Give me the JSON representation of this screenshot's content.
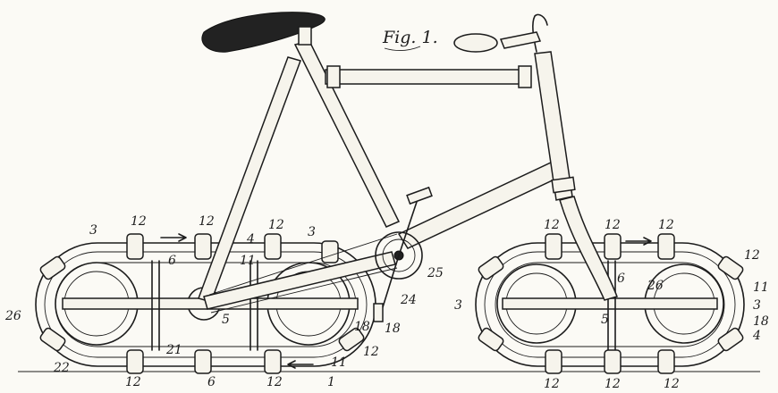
{
  "figure": {
    "title": "Fig. 1.",
    "callouts": {
      "top_rear": [
        "3",
        "12",
        "12",
        "12",
        "3",
        "4",
        "11",
        "6"
      ],
      "side_rear": [
        "26",
        "22",
        "5",
        "21",
        "18",
        "12",
        "11"
      ],
      "bottom_rear": [
        "12",
        "6",
        "12",
        "1"
      ],
      "crank": [
        "25",
        "24",
        "18"
      ],
      "front_top": [
        "12",
        "12",
        "12",
        "12"
      ],
      "front_side": [
        "3",
        "6",
        "26",
        "11",
        "3",
        "18",
        "4",
        "5"
      ],
      "front_bottom": [
        "12",
        "12",
        "12"
      ]
    }
  }
}
